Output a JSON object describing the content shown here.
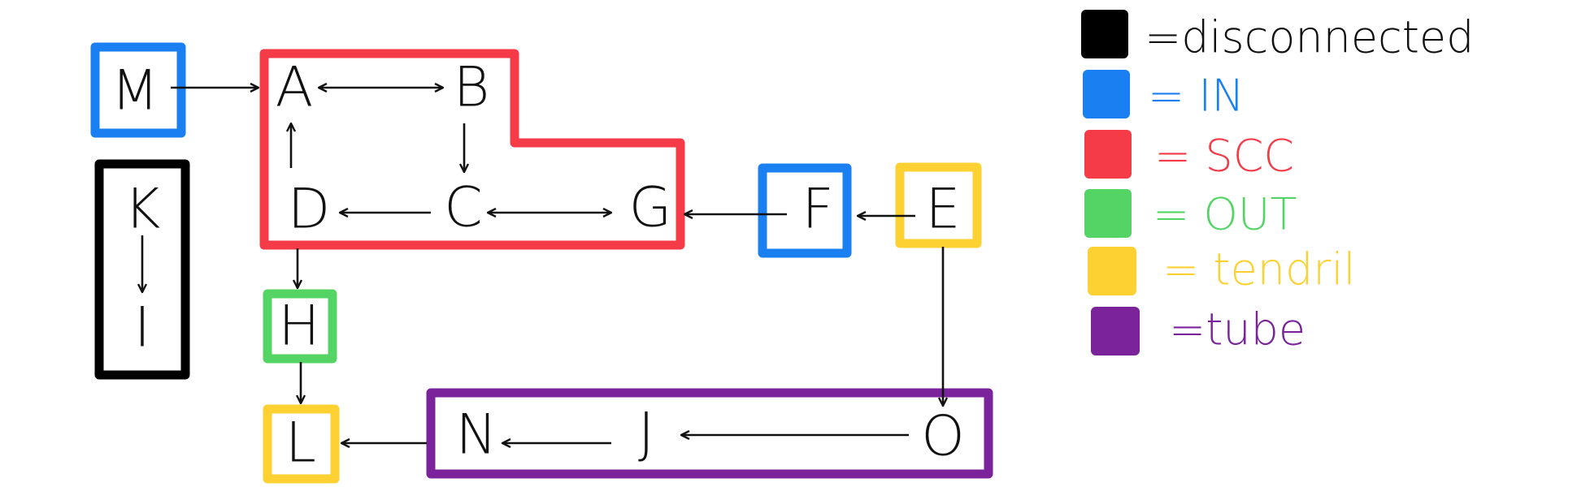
{
  "colors": {
    "disconnected": "#000000",
    "in": "#1a7ff0",
    "scc": "#f53a48",
    "out": "#55d466",
    "tendril": "#fdd132",
    "tube": "#7a239b"
  },
  "nodes": {
    "A": "A",
    "B": "B",
    "C": "C",
    "D": "D",
    "E": "E",
    "F": "F",
    "G": "G",
    "H": "H",
    "I": "I",
    "J": "J",
    "K": "K",
    "L": "L",
    "M": "M",
    "N": "N",
    "O": "O"
  },
  "legend": [
    {
      "key": "disconnected",
      "text": "=disconnected"
    },
    {
      "key": "in",
      "text": "= IN"
    },
    {
      "key": "scc",
      "text": "= SCC"
    },
    {
      "key": "out",
      "text": "= OUT"
    },
    {
      "key": "tendril",
      "text": "= tendril"
    },
    {
      "key": "tube",
      "text": "=tube"
    }
  ]
}
